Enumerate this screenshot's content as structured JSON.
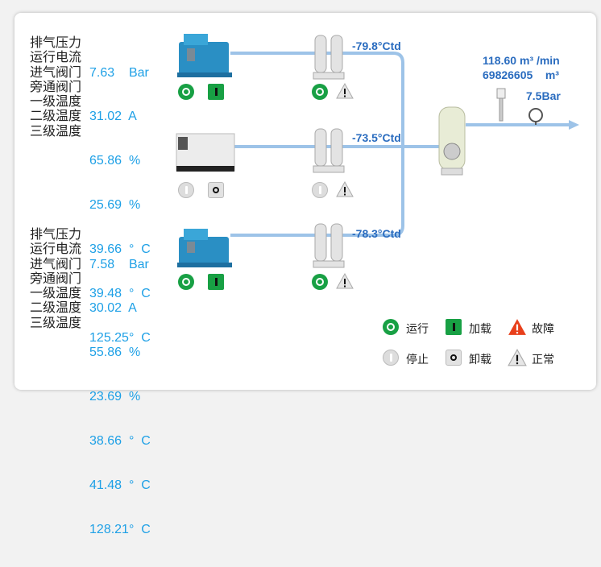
{
  "compressors": [
    {
      "name": "compressor-1",
      "labels": [
        "排气压力",
        "运行电流",
        "进气阀门",
        "旁通阀门",
        "一级温度",
        "二级温度",
        "三级温度"
      ],
      "values": [
        "7.63    Bar",
        "31.02  A",
        "65.86  %",
        "25.69  %",
        "39.66  °  C",
        "39.48  °  C",
        "125.25°  C"
      ],
      "status": "run",
      "load": "load"
    },
    {
      "name": "compressor-2",
      "status": "stop",
      "load": "unload"
    },
    {
      "name": "compressor-3",
      "labels": [
        "排气压力",
        "运行电流",
        "进气阀门",
        "旁通阀门",
        "一级温度",
        "二级温度",
        "三级温度"
      ],
      "values": [
        "7.58    Bar",
        "30.02  A",
        "55.86  %",
        "23.69  %",
        "38.66  °  C",
        "41.48  °  C",
        "128.21°  C"
      ],
      "status": "run",
      "load": "load"
    }
  ],
  "dryers": [
    {
      "dewpoint": "-79.8°Ctd",
      "status": "run",
      "alarm": "normal"
    },
    {
      "dewpoint": "-73.5°Ctd",
      "status": "stop",
      "alarm": "normal"
    },
    {
      "dewpoint": "-78.3°Ctd",
      "status": "run",
      "alarm": "normal"
    }
  ],
  "outlet": {
    "flow": "118.60 m³ /min",
    "total": "69826605    m³",
    "pressure": "7.5Bar"
  },
  "legend": {
    "run": "运行",
    "load": "加载",
    "fault": "故障",
    "stop": "停止",
    "unload": "卸载",
    "normal": "正常"
  },
  "colors": {
    "pipe": "#9dc3e8",
    "value": "#1ea0e6",
    "label_blue": "#2a6cbf",
    "run": "#18a044",
    "fault": "#e8401c"
  }
}
